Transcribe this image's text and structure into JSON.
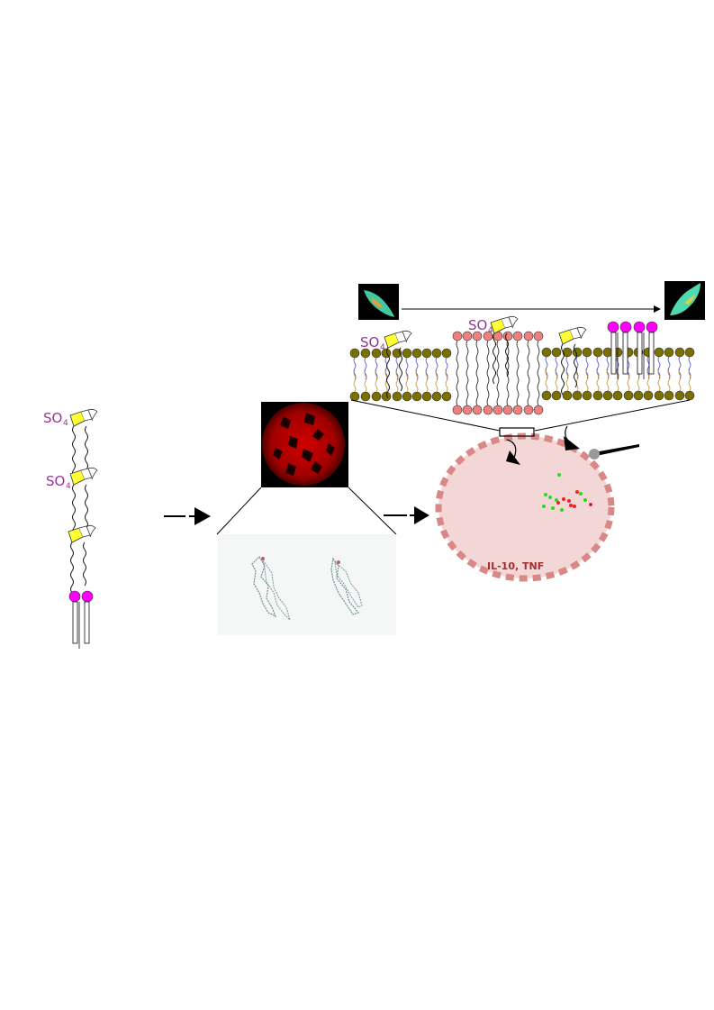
{
  "labels": {
    "sulfate": "SO",
    "sulfate_sub": "4",
    "cytokines": "IL-10, TNF"
  },
  "colors": {
    "sulfate_text": "#993399",
    "galactose": "#ffff33",
    "phosphate_head": "#ff00ff",
    "lipid_head_olive": "#7a7000",
    "lipid_head_pink": "#f08080",
    "cell_fill": "#f3d6d6",
    "cell_border": "#d98888",
    "cytokine_text": "#a03030",
    "micrograph_red": "#e00000"
  },
  "icons": [
    "sulfatide-molecule",
    "galactosylceramide-molecule",
    "phospholipid-molecule",
    "dendritic-cell-icon",
    "lipid-bilayer",
    "cell",
    "pipette"
  ]
}
